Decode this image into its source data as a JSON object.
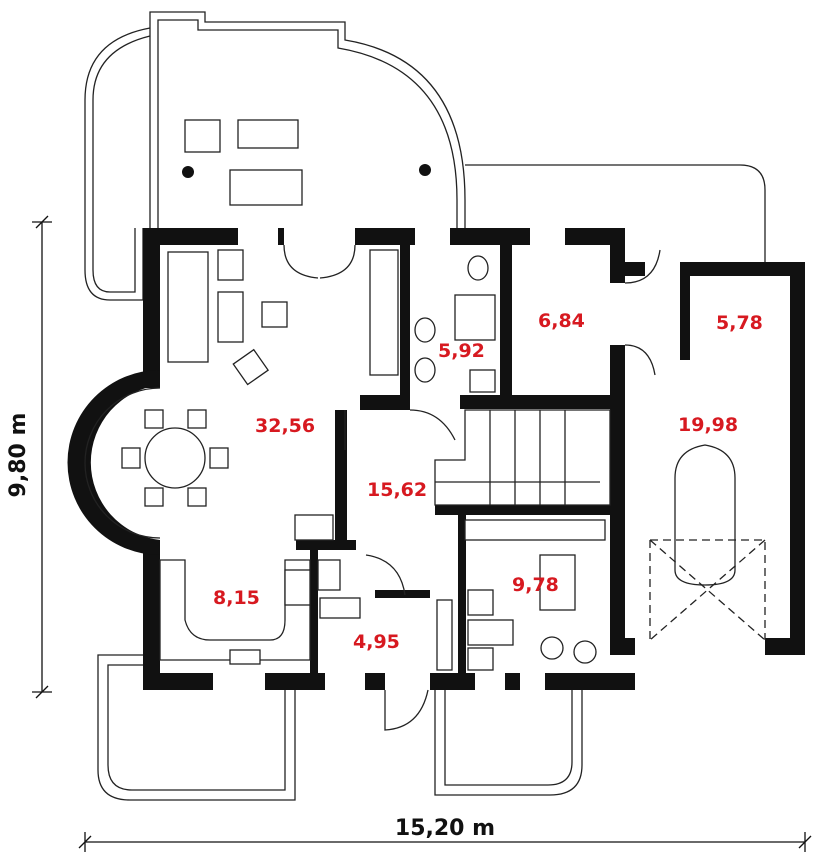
{
  "plan": {
    "dimensions": {
      "height_label": "9,80 m",
      "width_label": "15,20 m"
    },
    "rooms": [
      {
        "id": "living",
        "area": "32,56"
      },
      {
        "id": "bathroom",
        "area": "5,92"
      },
      {
        "id": "room-a",
        "area": "6,84"
      },
      {
        "id": "room-b",
        "area": "5,78"
      },
      {
        "id": "garage",
        "area": "19,98"
      },
      {
        "id": "hall",
        "area": "15,62"
      },
      {
        "id": "kitchen",
        "area": "8,15"
      },
      {
        "id": "vestibule",
        "area": "4,95"
      },
      {
        "id": "office",
        "area": "9,78"
      }
    ],
    "colors": {
      "area_label": "#d71920",
      "walls": "#111111"
    }
  }
}
